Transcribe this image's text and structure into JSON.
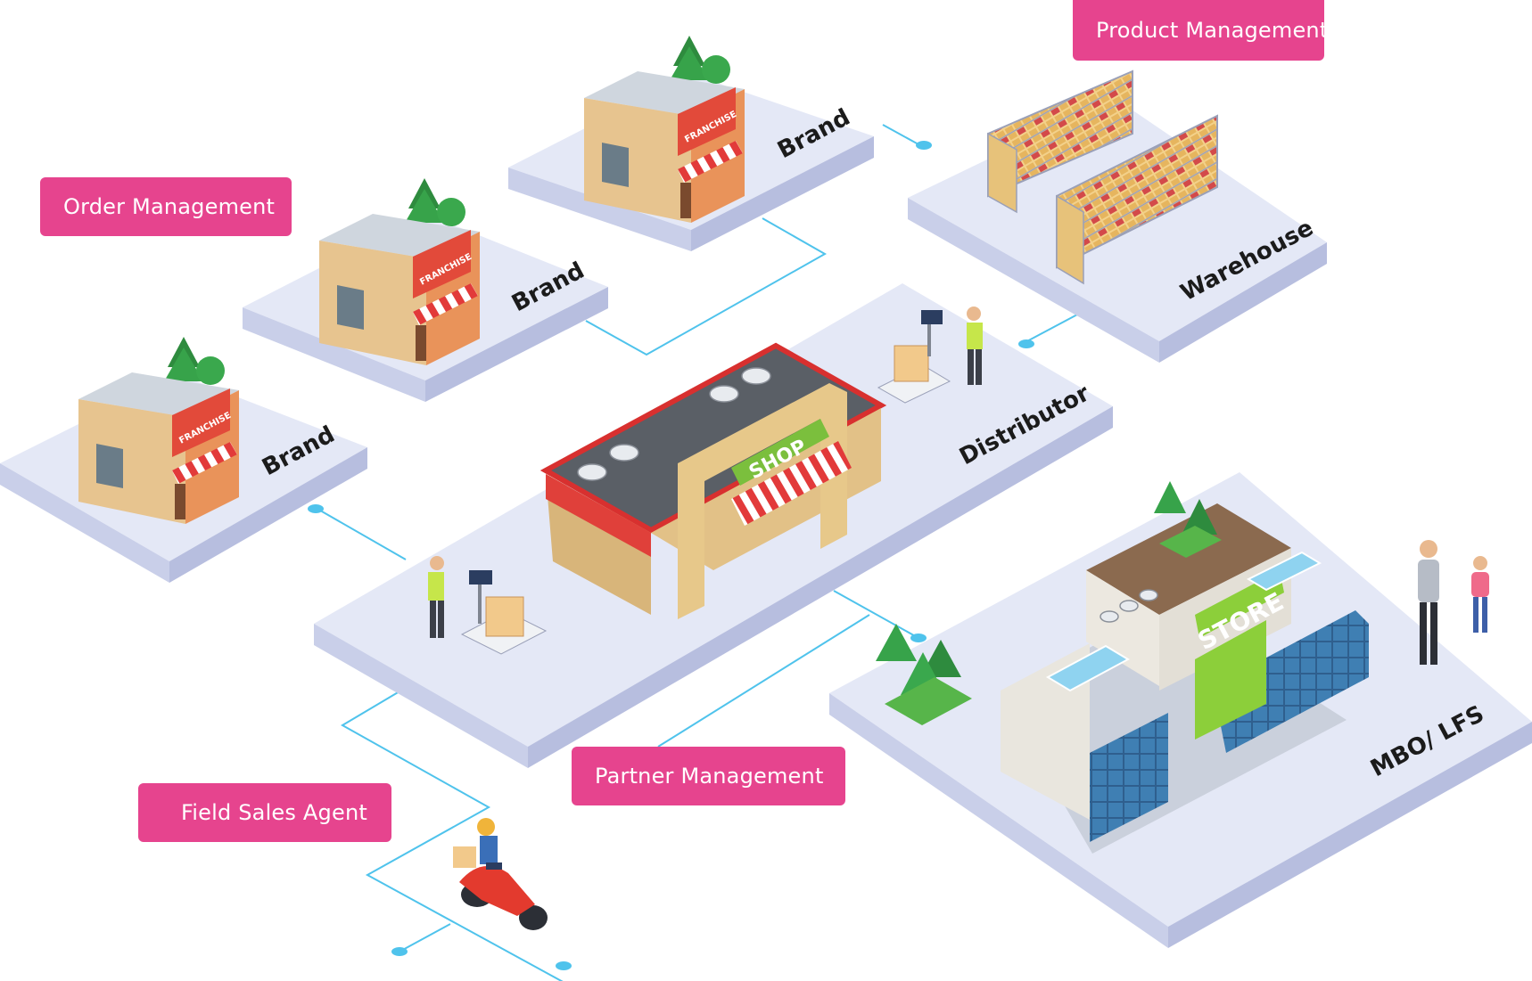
{
  "labels": {
    "product_management": "Product  Management",
    "order_management": "Order Management",
    "partner_management": "Partner Management",
    "field_sales_agent": "Field Sales Agent"
  },
  "platforms": {
    "brand_top": "Brand",
    "brand_middle": "Brand",
    "brand_left": "Brand",
    "warehouse": "Warehouse",
    "distributor": "Distributor",
    "mbo_lfs": "MBO/ LFS"
  },
  "signs": {
    "franchise": "FRANCHISE",
    "shop": "SHOP",
    "store": "STORE"
  },
  "colors": {
    "pill": "#e6448e",
    "platform_top": "#e4e8f6",
    "platform_side": "#b7bedf",
    "connector": "#4fc3ec"
  }
}
